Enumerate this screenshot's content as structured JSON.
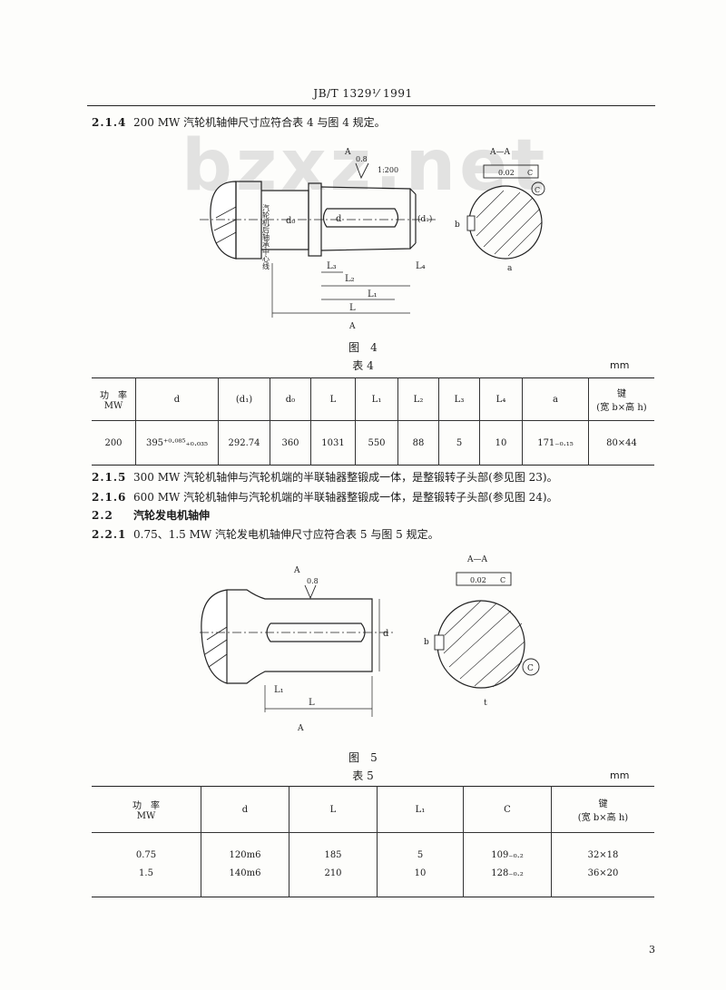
{
  "header": {
    "code": "JB/T 1329¹⁄ 1991"
  },
  "watermark": "bzxz.net",
  "sections": {
    "s214": {
      "num": "2.1.4",
      "text": "200 MW 汽轮机轴伸尺寸应符合表 4 与图 4 规定。"
    },
    "s215": {
      "num": "2.1.5",
      "text": "300 MW 汽轮机轴伸与汽轮机端的半联轴器整锻成一体，是整锻转子头部(参见图 23)。"
    },
    "s216": {
      "num": "2.1.6",
      "text": "600 MW 汽轮机轴伸与汽轮机端的半联轴器整锻成一体，是整锻转子头部(参见图 24)。"
    },
    "s22": {
      "num": "2.2",
      "text": "汽轮发电机轴伸"
    },
    "s221": {
      "num": "2.2.1",
      "text": "0.75、1.5 MW 汽轮发电机轴伸尺寸应符合表 5 与图 5 规定。"
    }
  },
  "figure4": {
    "caption": "图　4",
    "section_label": "A—A",
    "section_mark_top": "A",
    "section_mark_bottom": "A",
    "roughness": "0.8",
    "taper": "1:200",
    "tolerance": "0.02",
    "datum": "C",
    "circle_label": "C",
    "center_line_text": "汽轮机后轴承中心线",
    "dims": {
      "d": "d",
      "d1": "(d₁)",
      "d0": "d₀",
      "L": "L",
      "L1": "L₁",
      "L2": "L₂",
      "L3": "L₃",
      "L4": "L₄",
      "b": "b",
      "a": "a"
    }
  },
  "table4": {
    "title": "表 4",
    "unit": "mm",
    "headers": [
      "功　率\nMW",
      "d",
      "(d₁)",
      "d₀",
      "L",
      "L₁",
      "L₂",
      "L₃",
      "L₄",
      "a",
      "键\n(宽 b×高 h)"
    ],
    "rows": [
      [
        "200",
        "395⁺⁰·⁰⁸⁵₊₀.₀₃₅",
        "292.74",
        "360",
        "1031",
        "550",
        "88",
        "5",
        "10",
        "171₋₀.₁₅",
        "80×44"
      ]
    ]
  },
  "figure5": {
    "caption": "图　5",
    "section_label": "A—A",
    "section_mark_top": "A",
    "section_mark_bottom": "A",
    "roughness": "0.8",
    "tolerance": "0.02",
    "datum": "C",
    "circle_label": "C",
    "dims": {
      "d": "d",
      "L": "L",
      "L1": "L₁",
      "b": "b",
      "t": "t"
    }
  },
  "table5": {
    "title": "表 5",
    "unit": "mm",
    "headers": [
      "功　率\nMW",
      "d",
      "L",
      "L₁",
      "C",
      "键\n(宽 b×高 h)"
    ],
    "rows": [
      [
        "0.75",
        "120m6",
        "185",
        "5",
        "109₋₀.₂",
        "32×18"
      ],
      [
        "1.5",
        "140m6",
        "210",
        "10",
        "128₋₀.₂",
        "36×20"
      ]
    ]
  },
  "page_number": "3"
}
